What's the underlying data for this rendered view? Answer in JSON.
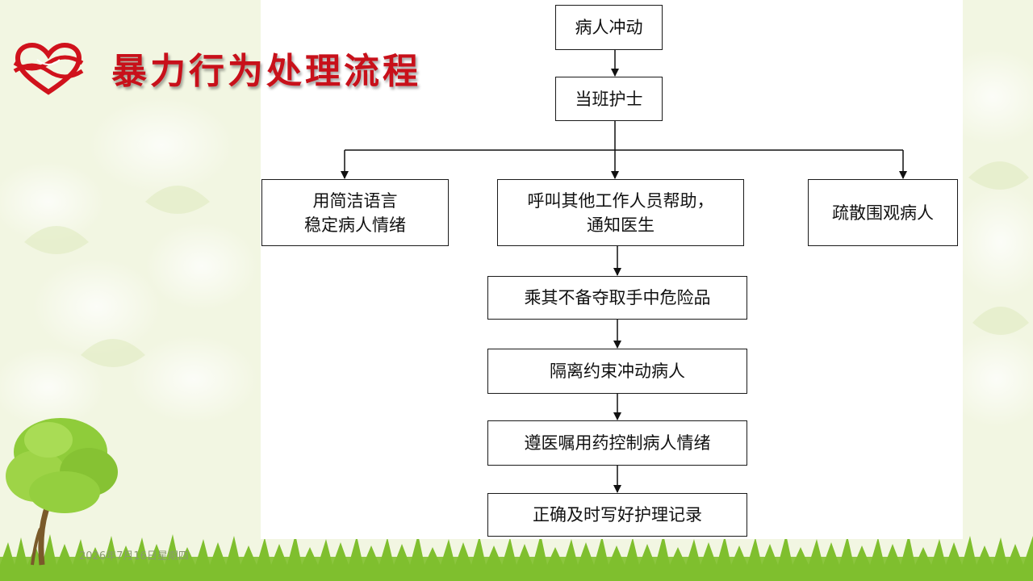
{
  "slide": {
    "title": "暴力行为处理流程",
    "date": "2026年7月16日星期四"
  },
  "flowchart": {
    "nodes": [
      {
        "id": "n1",
        "label": "病人冲动"
      },
      {
        "id": "n2",
        "label": "当班护士"
      },
      {
        "id": "n3",
        "label": "用简洁语言\n稳定病人情绪"
      },
      {
        "id": "n4",
        "label": "呼叫其他工作人员帮助，\n通知医生"
      },
      {
        "id": "n5",
        "label": "疏散围观病人"
      },
      {
        "id": "n6",
        "label": "乘其不备夺取手中危险品"
      },
      {
        "id": "n7",
        "label": "隔离约束冲动病人"
      },
      {
        "id": "n8",
        "label": "遵医嘱用药控制病人情绪"
      },
      {
        "id": "n9",
        "label": "正确及时写好护理记录"
      }
    ],
    "edges": [
      {
        "from": "n1",
        "to": "n2"
      },
      {
        "from": "n2",
        "to": "n3"
      },
      {
        "from": "n2",
        "to": "n4"
      },
      {
        "from": "n2",
        "to": "n5"
      },
      {
        "from": "n4",
        "to": "n6"
      },
      {
        "from": "n6",
        "to": "n7"
      },
      {
        "from": "n7",
        "to": "n8"
      },
      {
        "from": "n8",
        "to": "n9"
      }
    ]
  },
  "colors": {
    "title": "#c8101a",
    "logo": "#d0121c",
    "background": "#f3f7e4",
    "grass": "#7fbf2e",
    "foliage": "#8fcc3a"
  }
}
